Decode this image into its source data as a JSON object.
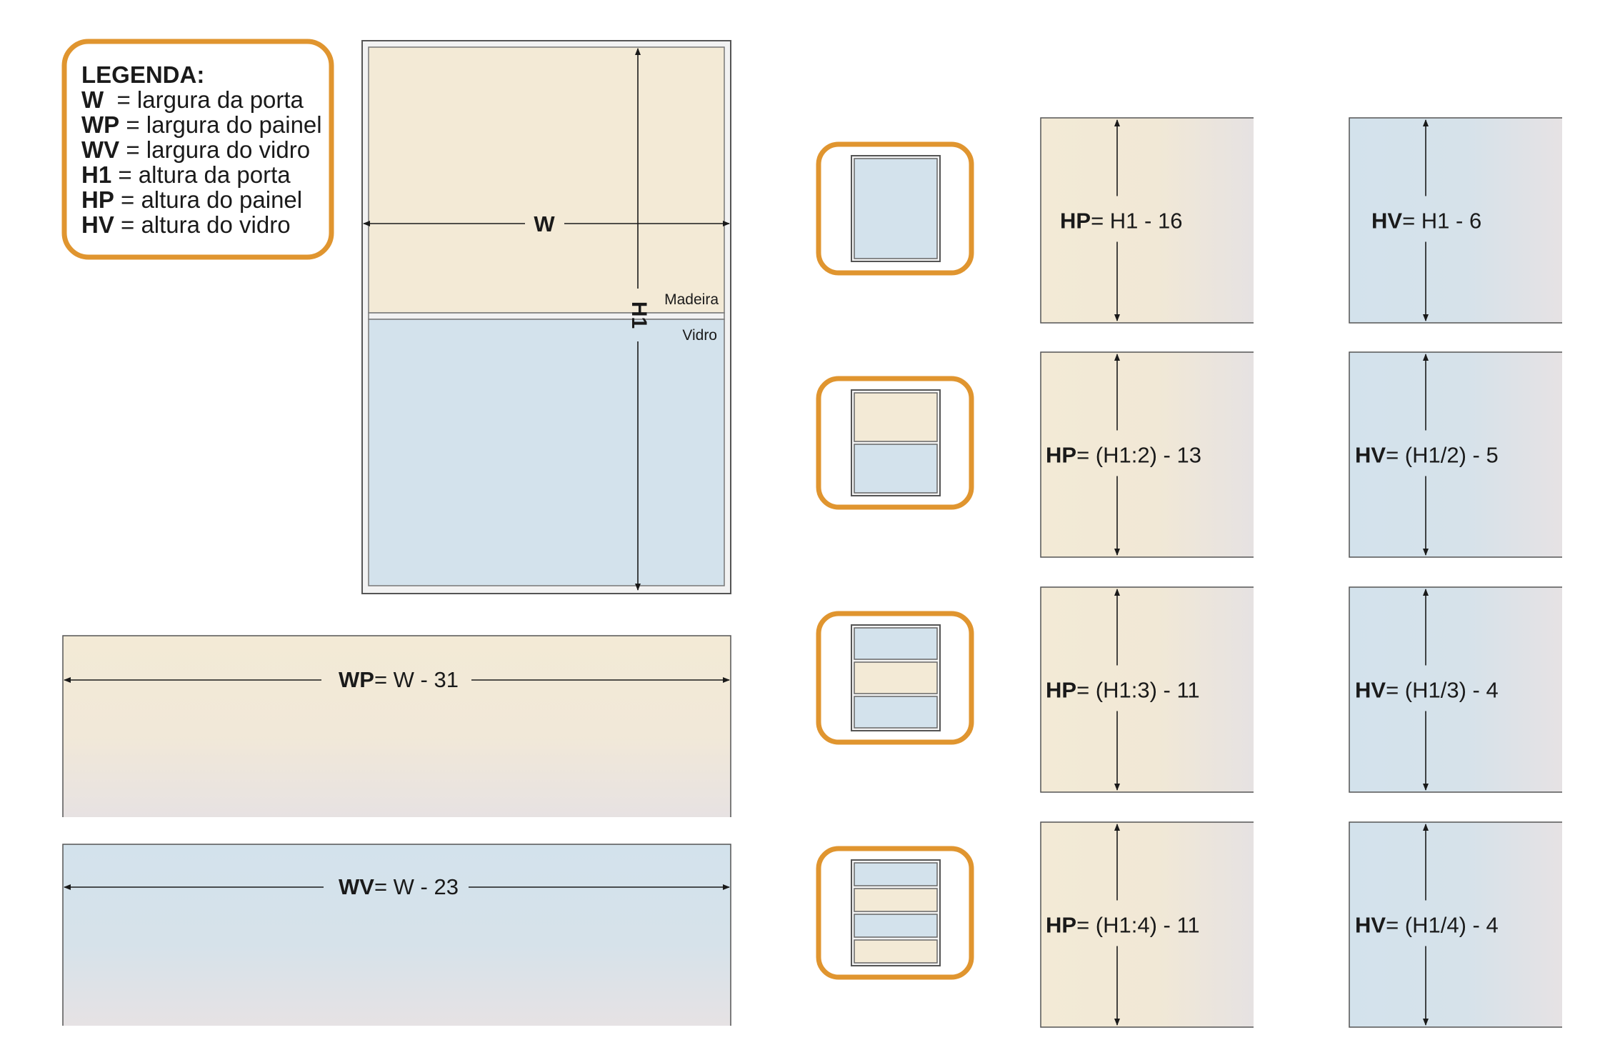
{
  "legend": {
    "title": "LEGENDA:",
    "entries": [
      {
        "key": "W",
        "desc": " = largura da porta"
      },
      {
        "key": "WP",
        "desc": " = largura do painel"
      },
      {
        "key": "WV",
        "desc": " = largura do vidro"
      },
      {
        "key": "H1",
        "desc": " = altura da porta"
      },
      {
        "key": "HP",
        "desc": " = altura do painel"
      },
      {
        "key": "HV",
        "desc": " = altura do vidro"
      }
    ]
  },
  "door": {
    "width_label": "W",
    "height_label": "H1",
    "wood_label": "Madeira",
    "glass_label": "Vidro"
  },
  "width_formulas": {
    "panel": {
      "key": "WP",
      "expr": "= W - 31"
    },
    "glass": {
      "key": "WV",
      "expr": "= W - 23"
    }
  },
  "rows": [
    {
      "panel_key": "HP",
      "panel_expr": "= H1 - 16",
      "glass_key": "HV",
      "glass_expr": "= H1 - 6",
      "sections": [
        "glass"
      ]
    },
    {
      "panel_key": "HP",
      "panel_expr": "= (H1:2) - 13",
      "glass_key": "HV",
      "glass_expr": "= (H1/2) - 5",
      "sections": [
        "wood",
        "glass"
      ]
    },
    {
      "panel_key": "HP",
      "panel_expr": "= (H1:3) - 11",
      "glass_key": "HV",
      "glass_expr": "= (H1/3) - 4",
      "sections": [
        "glass",
        "wood",
        "glass"
      ]
    },
    {
      "panel_key": "HP",
      "panel_expr": "= (H1:4) - 11",
      "glass_key": "HV",
      "glass_expr": "= (H1/4) - 4",
      "sections": [
        "glass",
        "wood",
        "glass",
        "wood"
      ]
    }
  ],
  "colors": {
    "wood": "#f3ead6",
    "glass": "#d3e2ec",
    "accent": "#e0952f",
    "line": "#2a2a2a"
  }
}
